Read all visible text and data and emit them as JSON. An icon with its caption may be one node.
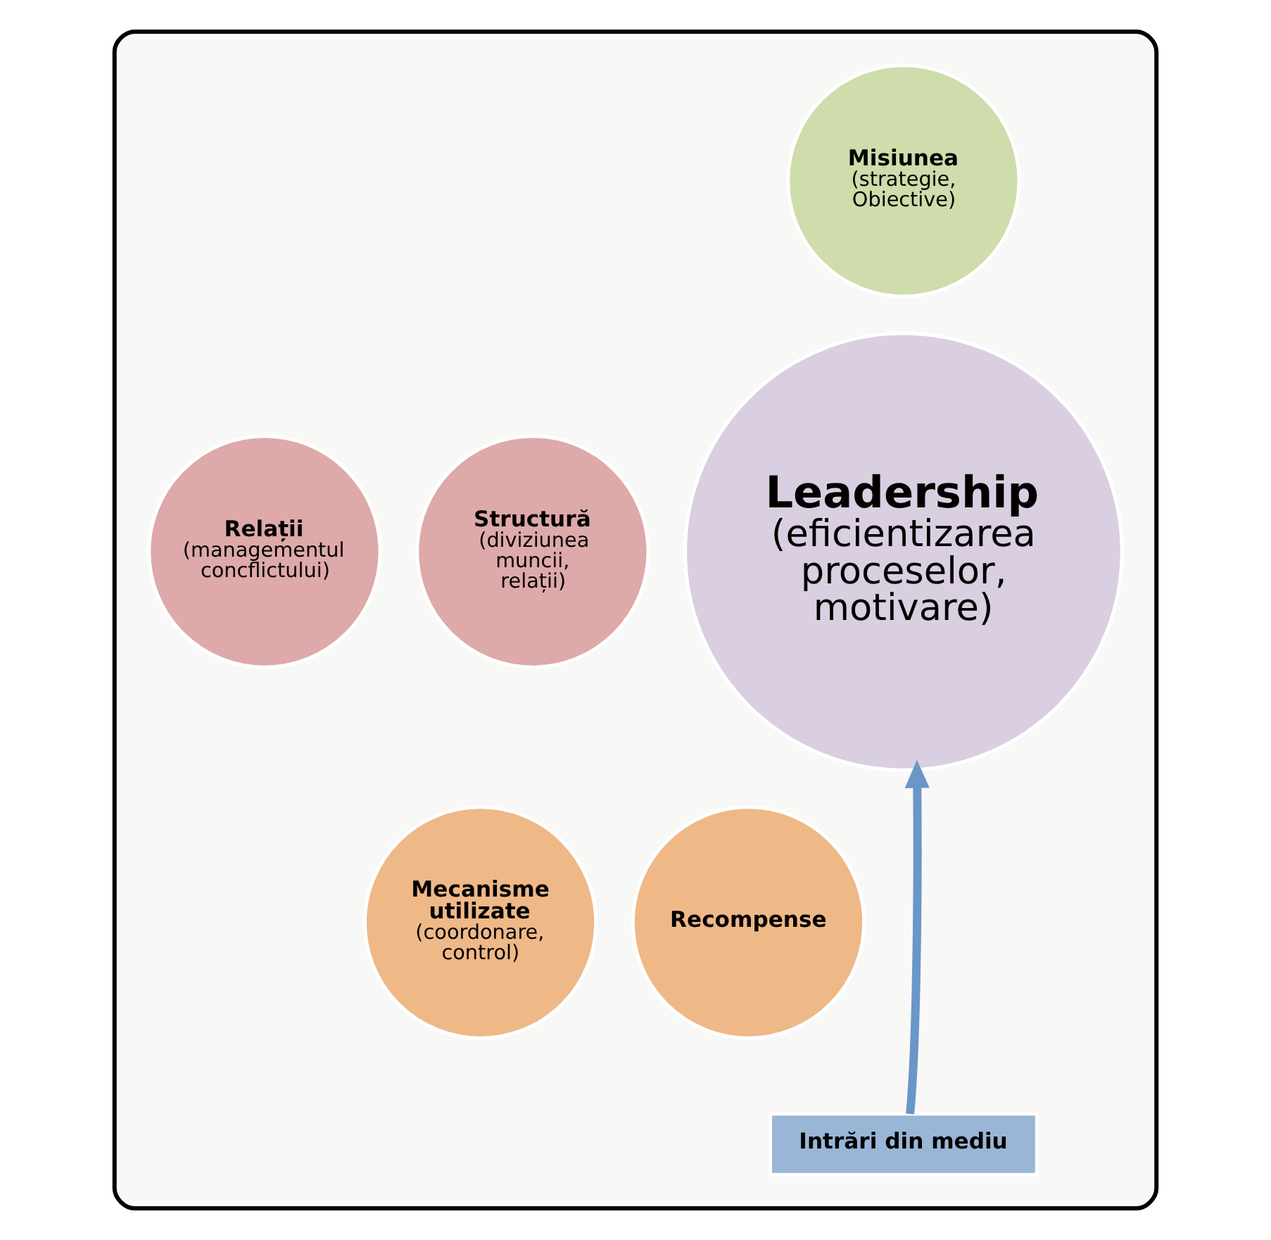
{
  "diagram": {
    "nodes": [
      {
        "text": [],
        "shape": "box"
      },
      {
        "text": [
          "Leadership",
          "(eficientizarea proceselor, motivare)"
        ],
        "in": 0
      },
      {
        "text": [
          "Misiunea",
          "(strategie, Obiective)"
        ],
        "in": 0
      },
      {
        "text": [
          "Relații",
          "(managementul concflictului)"
        ],
        "in": 0
      },
      {
        "text": [
          "Structură",
          "(diviziunea muncii, relații)"
        ],
        "in": 0
      },
      {
        "text": [
          "Mecanisme utilizate",
          "(coordonare, control)"
        ],
        "in": 0
      },
      {
        "text": [
          "Recompense"
        ],
        "in": 0
      },
      {
        "text": [
          "Intrări din mediu"
        ],
        "in": 0
      }
    ],
    "edges": [
      {
        "from": 7,
        "to": 1,
        "arrow": "to",
        "color": "#6a96c8"
      }
    ]
  }
}
